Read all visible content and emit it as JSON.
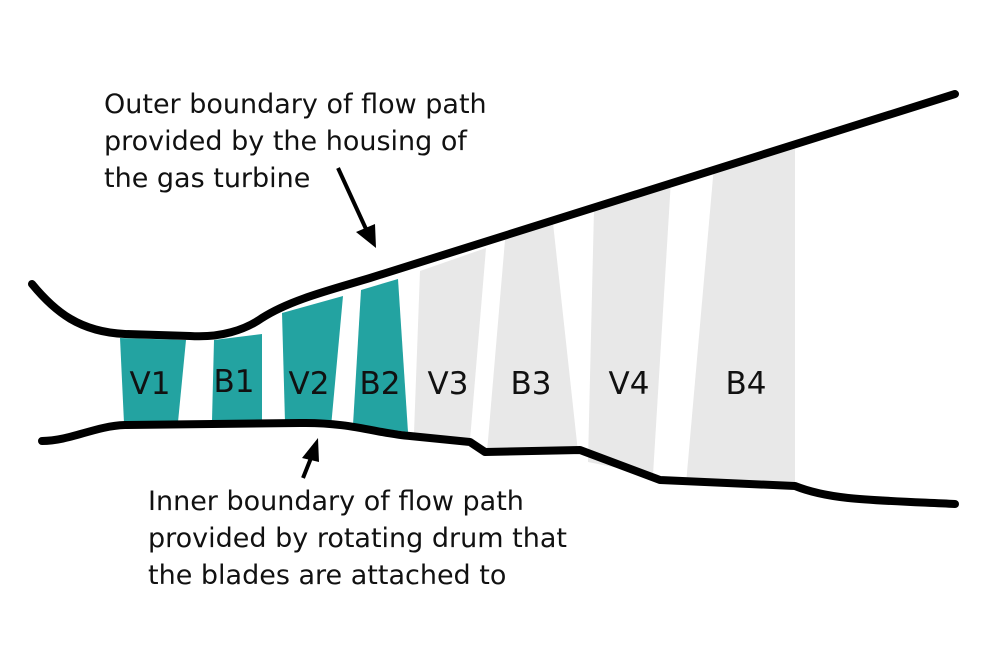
{
  "outer_boundary": {
    "lines": [
      "Outer boundary of flow path",
      "provided by the housing of",
      "the gas turbine"
    ]
  },
  "inner_boundary": {
    "lines": [
      "Inner boundary of flow path",
      "provided by rotating drum that",
      "the blades are attached to"
    ]
  },
  "stages": [
    {
      "label": "V1",
      "highlighted": true
    },
    {
      "label": "B1",
      "highlighted": true
    },
    {
      "label": "V2",
      "highlighted": true
    },
    {
      "label": "B2",
      "highlighted": true
    },
    {
      "label": "V3",
      "highlighted": false
    },
    {
      "label": "B3",
      "highlighted": false
    },
    {
      "label": "V4",
      "highlighted": false
    },
    {
      "label": "B4",
      "highlighted": false
    }
  ],
  "colors": {
    "highlight": "#23a3a1",
    "inactive": "#e8e8e8",
    "boundary": "#000000"
  }
}
